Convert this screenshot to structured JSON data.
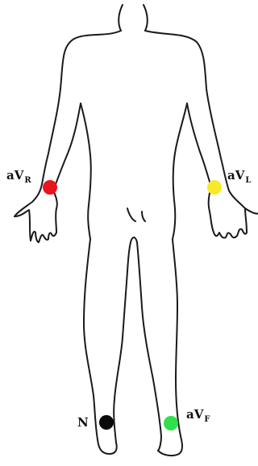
{
  "electrodes": [
    {
      "id": "avr",
      "prefix": "aV",
      "subscript": "R",
      "color": "#e8141e"
    },
    {
      "id": "avl",
      "prefix": "aV",
      "subscript": "L",
      "color": "#f6ea2b"
    },
    {
      "id": "n",
      "prefix": "N",
      "subscript": "",
      "color": "#0a0a0a"
    },
    {
      "id": "avf",
      "prefix": "aV",
      "subscript": "F",
      "color": "#2fe04a"
    }
  ]
}
